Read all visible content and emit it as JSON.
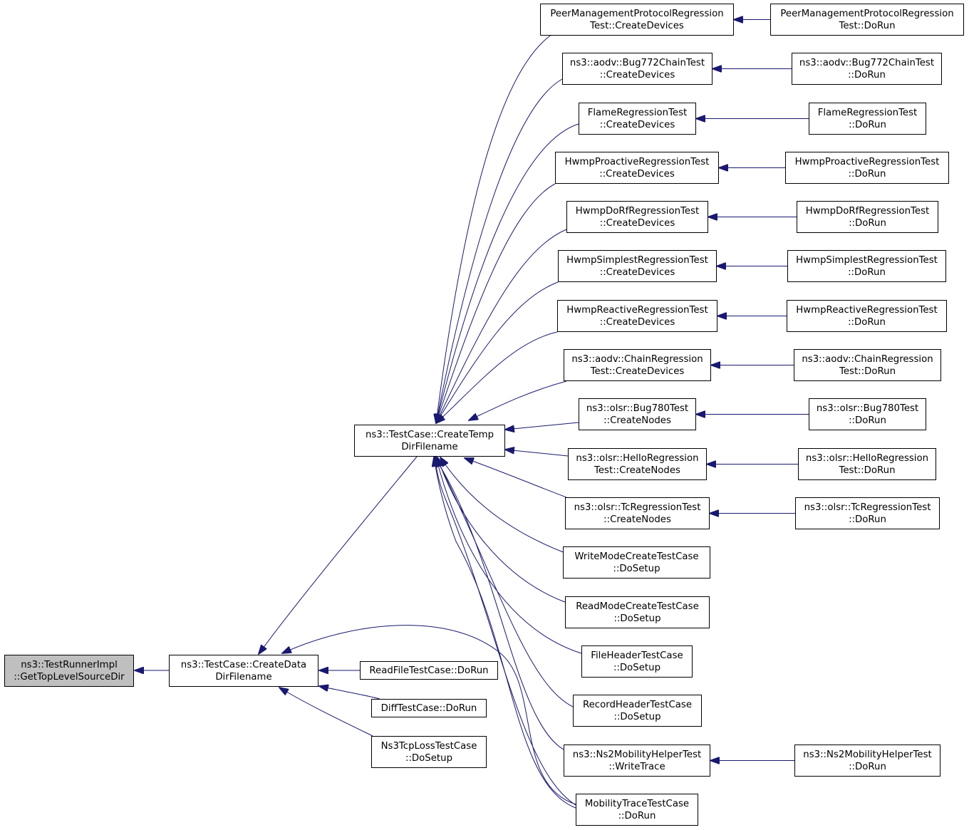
{
  "graph": {
    "edge_color": "#191970",
    "root_fill": "#bfbfbf",
    "node_fill": "#ffffff",
    "nodes": {
      "root": [
        "ns3::TestRunnerImpl",
        "::GetTopLevelSourceDir"
      ],
      "data": [
        "ns3::TestCase::CreateData",
        "DirFilename"
      ],
      "temp": [
        "ns3::TestCase::CreateTemp",
        "DirFilename"
      ],
      "readfile": [
        "ReadFileTestCase::DoRun"
      ],
      "diff": [
        "DiffTestCase::DoRun"
      ],
      "tcploss": [
        "Ns3TcpLossTestCase",
        "::DoSetup"
      ],
      "pmp_cd": [
        "PeerManagementProtocolRegression",
        "Test::CreateDevices"
      ],
      "pmp_run": [
        "PeerManagementProtocolRegression",
        "Test::DoRun"
      ],
      "bug772_cd": [
        "ns3::aodv::Bug772ChainTest",
        "::CreateDevices"
      ],
      "bug772_run": [
        "ns3::aodv::Bug772ChainTest",
        "::DoRun"
      ],
      "flame_cd": [
        "FlameRegressionTest",
        "::CreateDevices"
      ],
      "flame_run": [
        "FlameRegressionTest",
        "::DoRun"
      ],
      "hpro_cd": [
        "HwmpProactiveRegressionTest",
        "::CreateDevices"
      ],
      "hpro_run": [
        "HwmpProactiveRegressionTest",
        "::DoRun"
      ],
      "hdorf_cd": [
        "HwmpDoRfRegressionTest",
        "::CreateDevices"
      ],
      "hdorf_run": [
        "HwmpDoRfRegressionTest",
        "::DoRun"
      ],
      "hsimp_cd": [
        "HwmpSimplestRegressionTest",
        "::CreateDevices"
      ],
      "hsimp_run": [
        "HwmpSimplestRegressionTest",
        "::DoRun"
      ],
      "hreact_cd": [
        "HwmpReactiveRegressionTest",
        "::CreateDevices"
      ],
      "hreact_run": [
        "HwmpReactiveRegressionTest",
        "::DoRun"
      ],
      "chain_cd": [
        "ns3::aodv::ChainRegression",
        "Test::CreateDevices"
      ],
      "chain_run": [
        "ns3::aodv::ChainRegression",
        "Test::DoRun"
      ],
      "bug780_cn": [
        "ns3::olsr::Bug780Test",
        "::CreateNodes"
      ],
      "bug780_run": [
        "ns3::olsr::Bug780Test",
        "::DoRun"
      ],
      "hello_cn": [
        "ns3::olsr::HelloRegression",
        "Test::CreateNodes"
      ],
      "hello_run": [
        "ns3::olsr::HelloRegression",
        "Test::DoRun"
      ],
      "tc_cn": [
        "ns3::olsr::TcRegressionTest",
        "::CreateNodes"
      ],
      "tc_run": [
        "ns3::olsr::TcRegressionTest",
        "::DoRun"
      ],
      "wmode": [
        "WriteModeCreateTestCase",
        "::DoSetup"
      ],
      "rmode": [
        "ReadModeCreateTestCase",
        "::DoSetup"
      ],
      "fhdr": [
        "FileHeaderTestCase",
        "::DoSetup"
      ],
      "rhdr": [
        "RecordHeaderTestCase",
        "::DoSetup"
      ],
      "ns2_wt": [
        "ns3::Ns2MobilityHelperTest",
        "::WriteTrace"
      ],
      "ns2_run": [
        "ns3::Ns2MobilityHelperTest",
        "::DoRun"
      ],
      "mobility": [
        "MobilityTraceTestCase",
        "::DoRun"
      ]
    }
  }
}
